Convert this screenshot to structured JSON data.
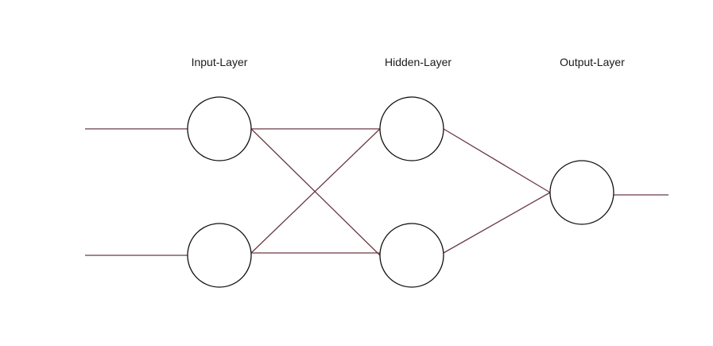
{
  "diagram": {
    "layers": [
      {
        "label": "Input-Layer",
        "nodes": [
          "input-node-1",
          "input-node-2"
        ]
      },
      {
        "label": "Hidden-Layer",
        "nodes": [
          "hidden-node-1",
          "hidden-node-2"
        ]
      },
      {
        "label": "Output-Layer",
        "nodes": [
          "output-node-1"
        ]
      }
    ],
    "connections": [
      [
        "input-signal-1",
        "input-node-1"
      ],
      [
        "input-signal-2",
        "input-node-2"
      ],
      [
        "input-node-1",
        "hidden-node-1"
      ],
      [
        "input-node-1",
        "hidden-node-2"
      ],
      [
        "input-node-2",
        "hidden-node-1"
      ],
      [
        "input-node-2",
        "hidden-node-2"
      ],
      [
        "hidden-node-1",
        "output-node-1"
      ],
      [
        "hidden-node-2",
        "output-node-1"
      ],
      [
        "output-node-1",
        "output-signal"
      ]
    ],
    "colors": {
      "edge": "#6b3a44",
      "node_stroke": "#111111",
      "node_fill": "#ffffff",
      "background": "#ffffff"
    }
  }
}
